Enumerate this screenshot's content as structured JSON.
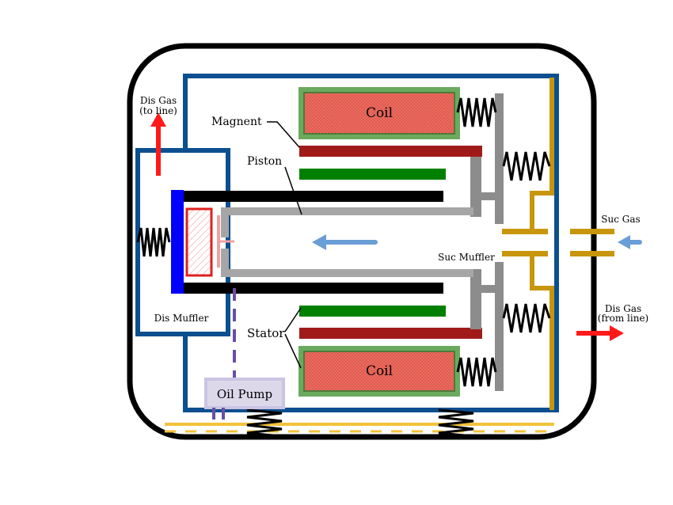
{
  "labels": {
    "coil_top": "Coil",
    "coil_bottom": "Coil",
    "magnet": "Magnent",
    "piston": "Piston",
    "stator": "Stator",
    "dis_gas_to_line_1": "Dis Gas",
    "dis_gas_to_line_2": "(to line)",
    "dis_muffler": "Dis Muffler",
    "suc_muffler": "Suc Muffler",
    "suc_gas": "Suc Gas",
    "dis_gas_from_line_1": "Dis Gas",
    "dis_gas_from_line_2": "(from line)",
    "oil_pump": "Oil Pump"
  },
  "colors": {
    "shell": "#000000",
    "housing": "#0b4f8f",
    "coil_fill": "#ec6a5e",
    "coil_border": "#6aaa5e",
    "magnet_bar": "#a11a1a",
    "stator_bar": "#008000",
    "cylinder": "#000000",
    "piston": "#a6a6a6",
    "frame": "#8c8c8c",
    "suction_tube": "#c8960c",
    "discharge_plate": "#0000ff",
    "valve": "#e02020",
    "dis_arrow": "#ff1a1a",
    "flow_arrow": "#6a9ed6",
    "oil_line": "#6a4ea6",
    "oil_pump_fill": "#dcd8ea",
    "oil_level": "#f2c23a"
  }
}
